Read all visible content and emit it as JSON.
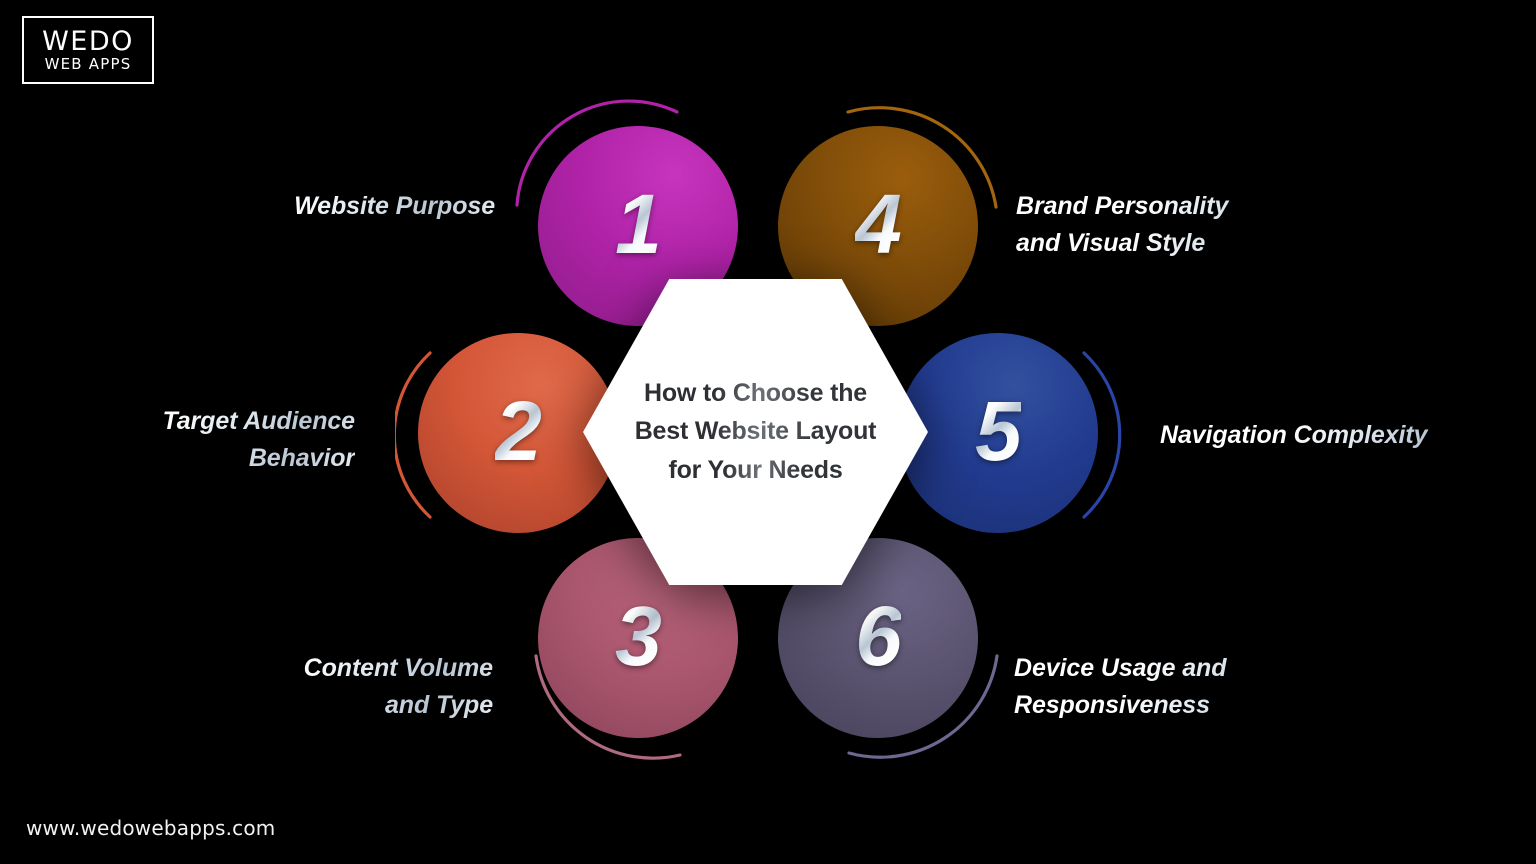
{
  "brand": {
    "logo_line1": "WEDO",
    "logo_line2": "WEB APPS",
    "website_url": "www.wedowebapps.com"
  },
  "center": {
    "title_line1": "How to Choose the",
    "title_line2": "Best Website Layout",
    "title_line3": "for Your Needs"
  },
  "colors": {
    "background": "#000000",
    "hexagon": "#ffffff",
    "node1": "#b023a8",
    "node2": "#d35637",
    "node3": "#a9566e",
    "node4": "#7e4c09",
    "node5": "#223b8f",
    "node6": "#5b5470",
    "label_text": "#ffffff"
  },
  "nodes": [
    {
      "number": "1",
      "label": "Website Purpose",
      "color": "#b023a8",
      "align": "right"
    },
    {
      "number": "2",
      "label": "Target Audience\nBehavior",
      "color": "#d35637",
      "align": "right"
    },
    {
      "number": "3",
      "label": "Content Volume\nand Type",
      "color": "#a9566e",
      "align": "right"
    },
    {
      "number": "4",
      "label": "Brand Personality\nand Visual Style",
      "color": "#7e4c09",
      "align": "left"
    },
    {
      "number": "5",
      "label": "Navigation Complexity",
      "color": "#223b8f",
      "align": "left"
    },
    {
      "number": "6",
      "label": "Device Usage and\nResponsiveness",
      "color": "#5b5470",
      "align": "left"
    }
  ],
  "chart_data": {
    "type": "diagram",
    "title": "How to Choose the Best Website Layout for Your Needs",
    "layout": "hexagon-center with six satellite circles (2 columns x 3 rows)",
    "categories": [
      "Website Purpose",
      "Target Audience Behavior",
      "Content Volume and Type",
      "Brand Personality and Visual Style",
      "Navigation Complexity",
      "Device Usage and Responsiveness"
    ],
    "values": [
      1,
      2,
      3,
      4,
      5,
      6
    ],
    "legend_position": "none",
    "grid": false
  }
}
